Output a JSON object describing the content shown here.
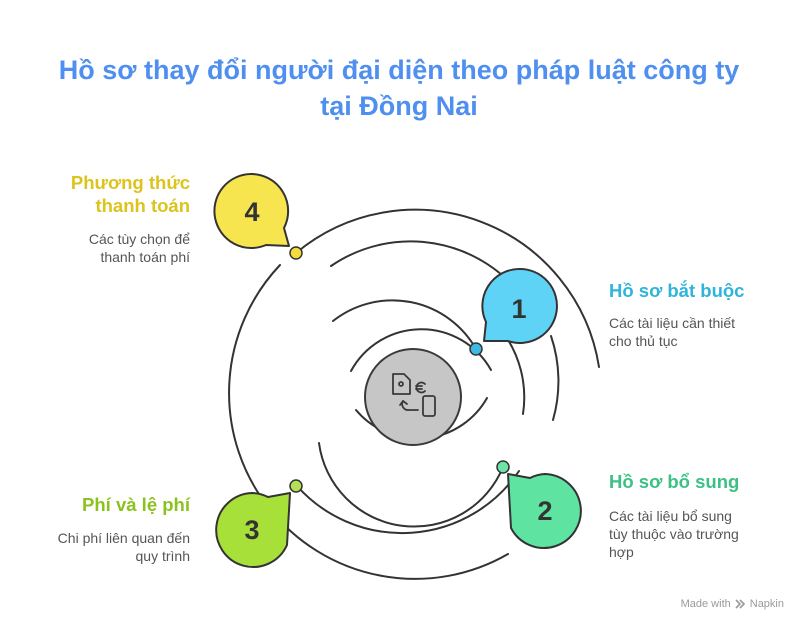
{
  "title": {
    "line1": "Hồ sơ thay đổi người đại diện theo pháp luật công ty",
    "line2": "tại Đồng Nai"
  },
  "items": [
    {
      "number": "1",
      "label_lines": [
        "Hồ sơ bắt buộc"
      ],
      "desc_lines": [
        "Các tài liệu cần thiết",
        "cho thủ tục"
      ],
      "color": "#2fb4dc",
      "fill": "#5ed3f5"
    },
    {
      "number": "2",
      "label_lines": [
        "Hồ sơ bổ sung"
      ],
      "desc_lines": [
        "Các tài liệu bổ sung",
        "tùy thuộc vào trường",
        "hợp"
      ],
      "color": "#3cc184",
      "fill": "#5fe3a1"
    },
    {
      "number": "3",
      "label_lines": [
        "Phí và lệ phí"
      ],
      "desc_lines": [
        "Chi phí liên quan đến",
        "quy trình"
      ],
      "color": "#8cc21f",
      "fill": "#a8e03a"
    },
    {
      "number": "4",
      "label_lines": [
        "Phương thức",
        "thanh toán"
      ],
      "desc_lines": [
        "Các tùy chọn để",
        "thanh toán phí"
      ],
      "color": "#dcc41c",
      "fill": "#f7e550"
    }
  ],
  "center_icon": "document-currency-exchange-icon",
  "footer": {
    "made_with": "Made with",
    "brand": "Napkin"
  }
}
